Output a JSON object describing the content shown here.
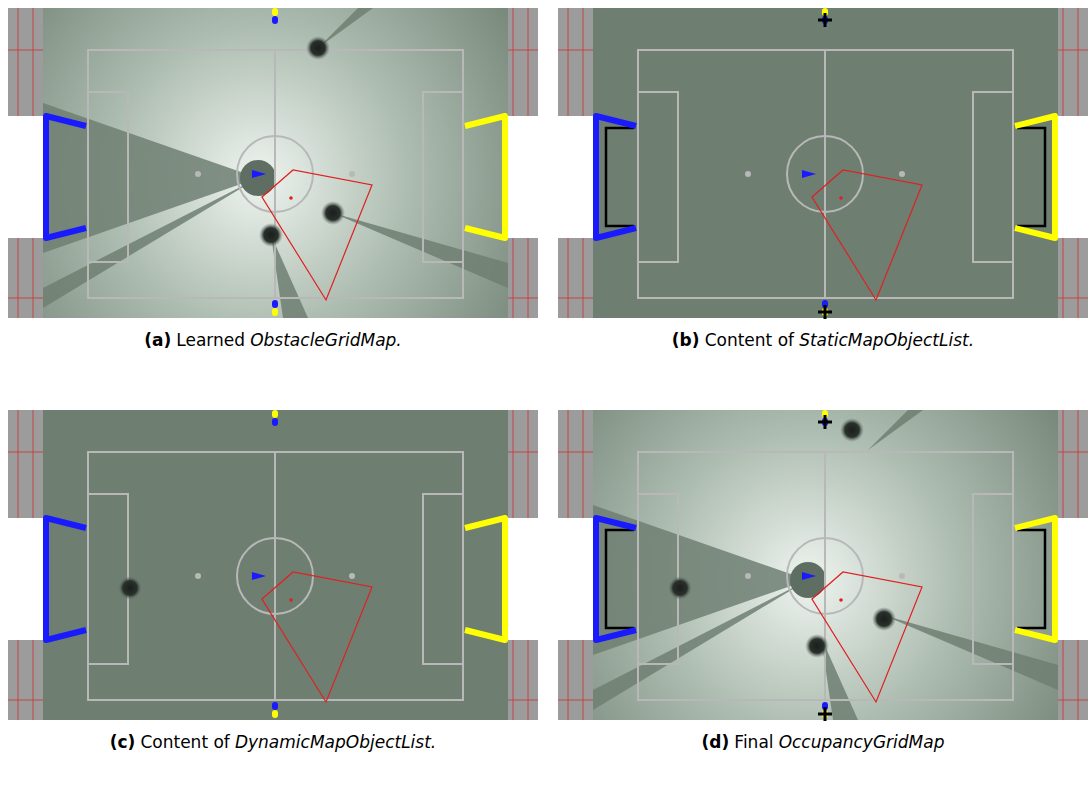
{
  "diagram": {
    "labels": [
      "(a)",
      "Learned",
      "ObstacleGridMap.",
      "(b)",
      "Content of",
      "StaticMapObjectList.",
      "(c)",
      "Content of",
      "DynamicMapObjectList.",
      "(d)",
      "Final",
      "OccupancyGridMap"
    ]
  }
}
